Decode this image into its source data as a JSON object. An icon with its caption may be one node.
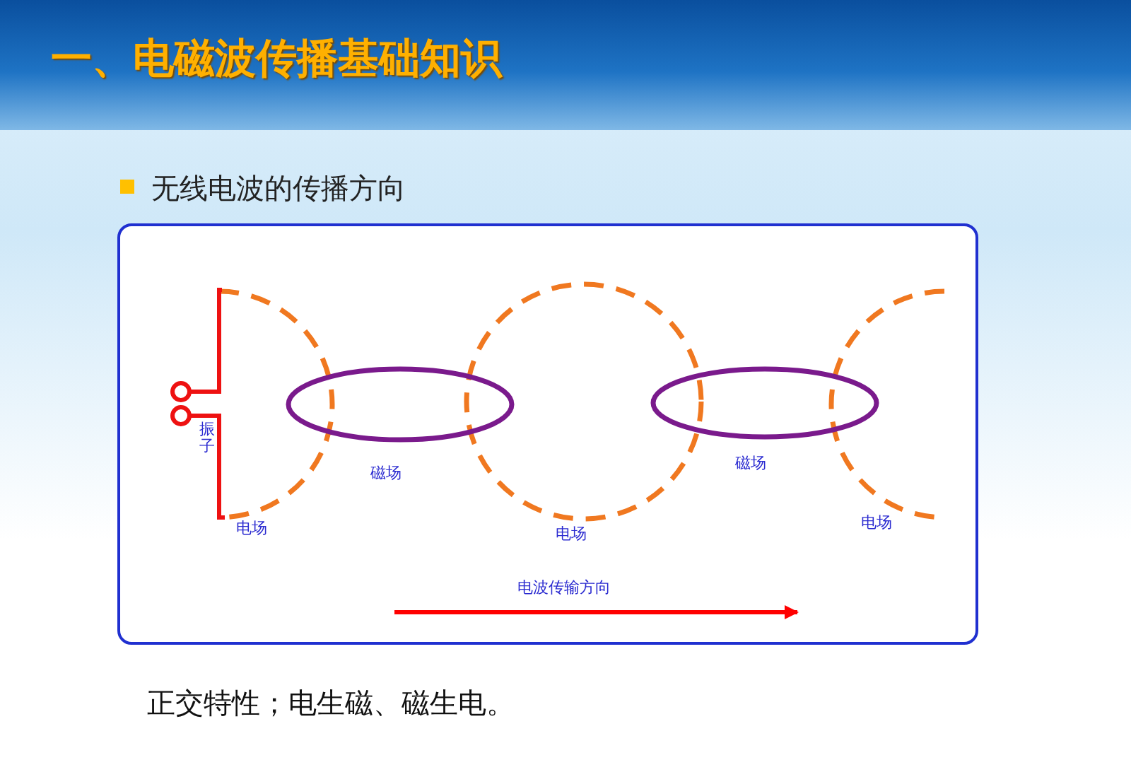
{
  "diagram": {
    "title": "一、电磁波传播基础知识",
    "caption": "正交特性；电生磁、磁生电。",
    "labels": [
      "无线电波的传播方向",
      "振子",
      "磁场",
      "磁场",
      "电场",
      "电场",
      "电场",
      "电波传输方向"
    ]
  }
}
